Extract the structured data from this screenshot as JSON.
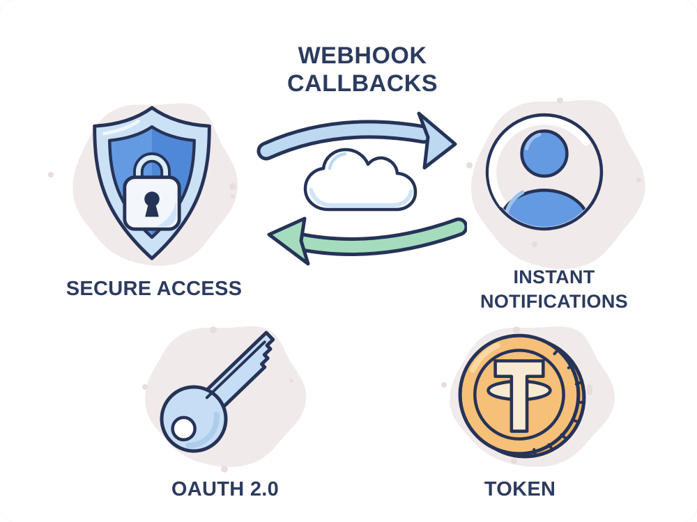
{
  "title": {
    "line1": "WEBHOOK",
    "line2": "CALLBACKS"
  },
  "nodes": {
    "secure_access": {
      "label": "SECURE ACCESS",
      "icon": "shield-lock-icon"
    },
    "instant_notifications": {
      "label_line1": "INSTANT",
      "label_line2": "NOTIFICATIONS",
      "icon": "user-avatar-icon"
    },
    "oauth": {
      "label": "OAUTH 2.0",
      "icon": "key-icon"
    },
    "token": {
      "label": "TOKEN",
      "icon": "tether-coin-icon"
    }
  },
  "center": {
    "cloud_icon": "cloud-icon",
    "top_arrow_icon": "arrow-right-icon",
    "bottom_arrow_icon": "arrow-left-icon"
  },
  "colors": {
    "background": "#ffffff",
    "text_navy": "#2c3b5e",
    "outline_navy": "#263357",
    "icon_blue": "#639ae2",
    "icon_blue_dark": "#4f88d6",
    "icon_blue_highlight": "#9cc1f0",
    "light_blue": "#cbe2f6",
    "shackle_blue": "#d9ecf9",
    "lock_white": "#f3f6fa",
    "arrow_blue": "#bdd9f2",
    "arrow_green": "#a5dcbe",
    "cloud_band": "#cfe4f8",
    "blob_pink": "#f1eaea",
    "dot_pink": "#e9dcdc",
    "key_blue": "#c6def5",
    "key_shade": "#aecdeb",
    "coin_orange": "#f6c078",
    "coin_edge": "#eeb066",
    "coin_cream": "#f8ead2",
    "coin_highlight": "#fbd9a4",
    "white": "#ffffff"
  }
}
